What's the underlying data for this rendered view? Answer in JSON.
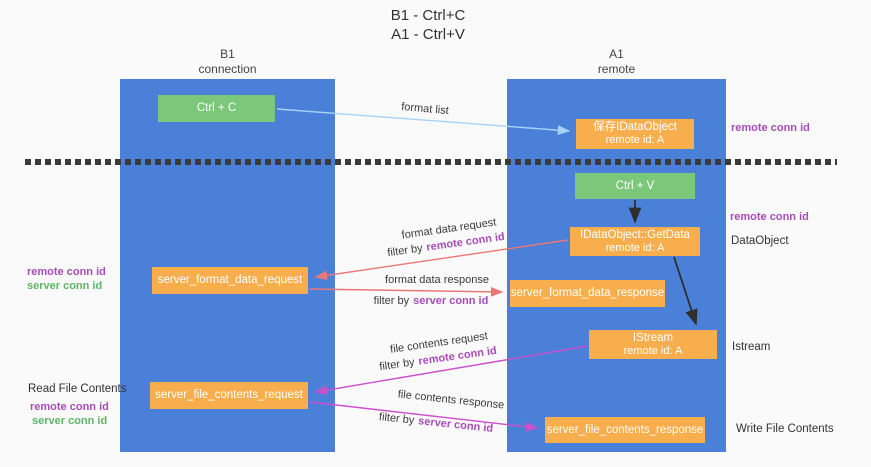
{
  "title": {
    "line1": "B1 - Ctrl+C",
    "line2": "A1 - Ctrl+V"
  },
  "columns": {
    "left": {
      "name": "B1",
      "subtitle": "connection"
    },
    "right": {
      "name": "A1",
      "subtitle": "remote"
    }
  },
  "boxes": {
    "ctrl_c": "Ctrl + C",
    "ctrl_v": "Ctrl + V",
    "save_idataobject": {
      "line1": "保存IDataObject",
      "line2": "remote id: A"
    },
    "idataobject_getdata": {
      "line1": "IDataObject::GetData",
      "line2": "remote id: A"
    },
    "istream": {
      "line1": "IStream",
      "line2": "remote id: A"
    },
    "server_format_data_request": "server_format_data_request",
    "server_format_data_response": "server_format_data_response",
    "server_file_contents_request": "server_file_contents_request",
    "server_file_contents_response": "server_file_contents_response"
  },
  "flow_labels": {
    "format_list": "format list",
    "format_data_request": "format data request",
    "format_data_response": "format data response",
    "file_contents_request": "file contents request",
    "file_contents_response": "file contents response",
    "filter_by": "filter by",
    "remote_conn_id": "remote conn id",
    "server_conn_id": "server conn id"
  },
  "side_labels": {
    "remote_conn_id": "remote conn id",
    "server_conn_id": "server conn id",
    "dataobject": "DataObject",
    "istream": "Istream",
    "read_file_contents": "Read File Contents",
    "write_file_contents": "Write File Contents"
  },
  "colors": {
    "column_blue": "#4a80d7",
    "box_orange": "#f8ae4c",
    "box_green": "#7cc87a",
    "arrow_lightblue": "#a6d3f5",
    "arrow_black": "#2e2e2e",
    "arrow_salmon": "#ea7678",
    "arrow_magenta": "#cc50cc",
    "text_purple": "#a84cb8",
    "text_green": "#5db566",
    "dash_color": "#3a3a3a"
  }
}
